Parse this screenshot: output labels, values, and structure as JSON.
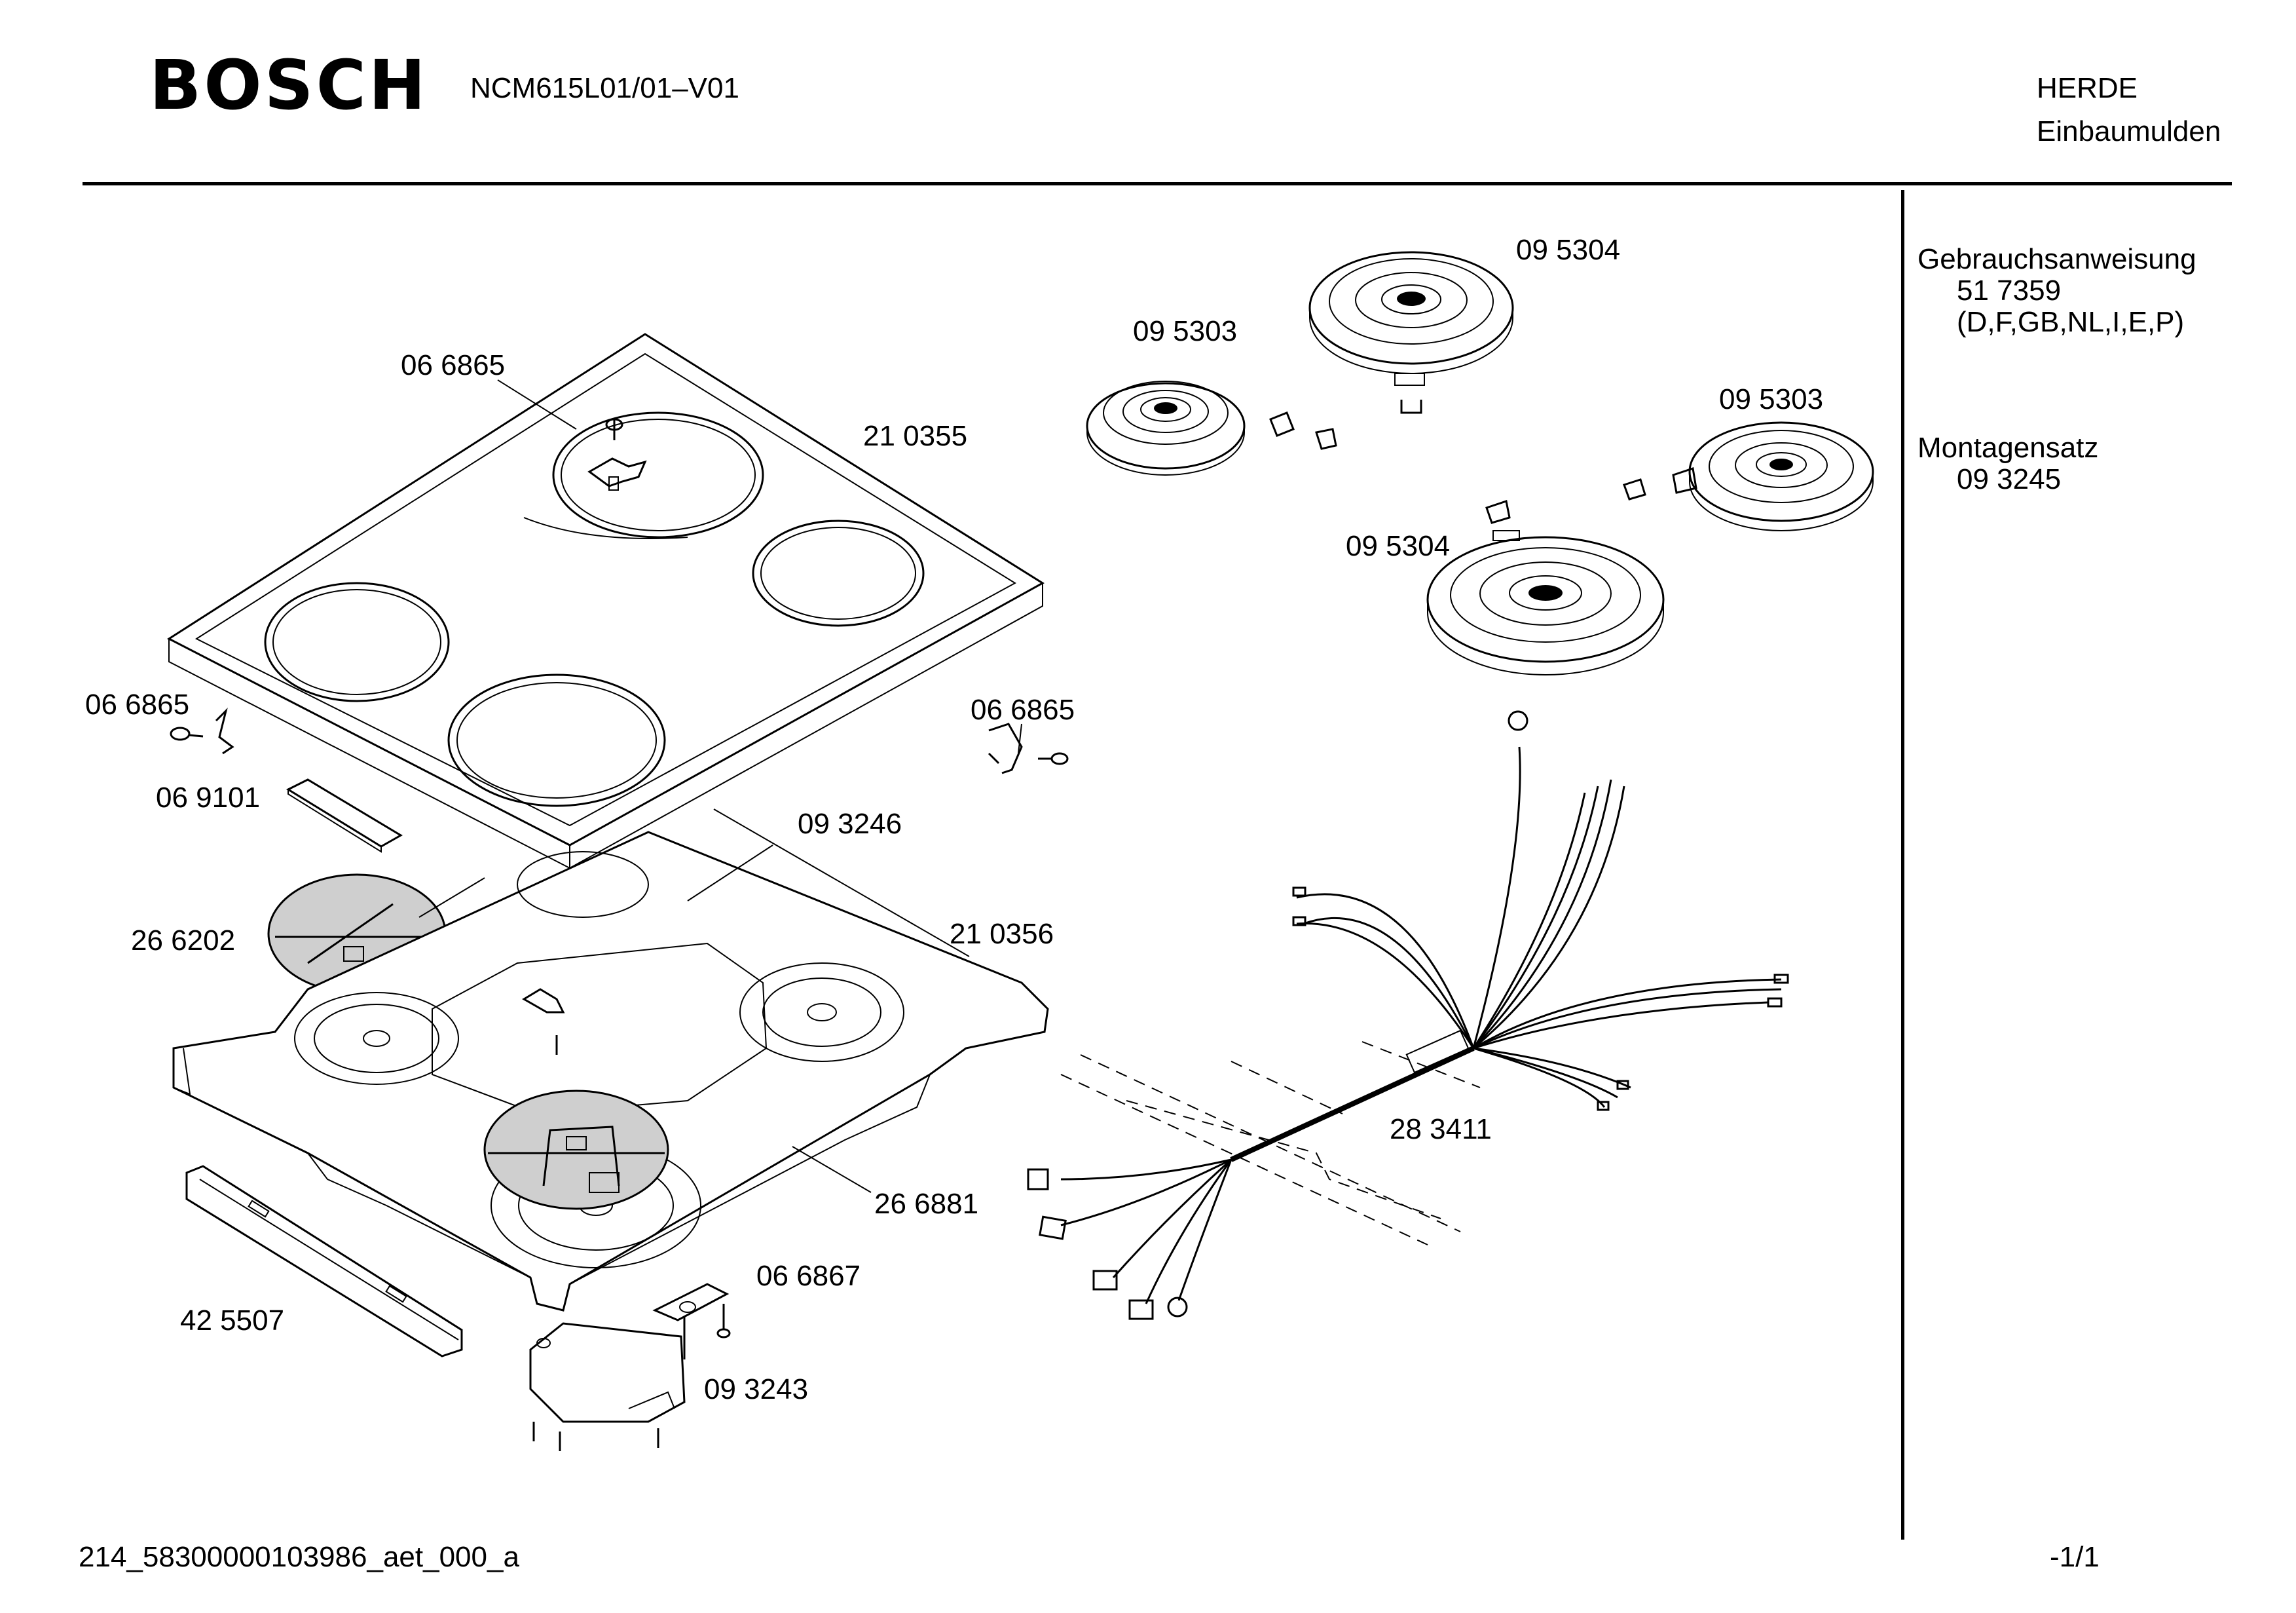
{
  "header": {
    "brand": "BOSCH",
    "model": "NCM615L01/01–V01",
    "category": "HERDE",
    "subcategory": "Einbaumulden"
  },
  "sidebar": {
    "manual_label": "Gebrauchsanweisung",
    "manual_number": "51 7359",
    "manual_languages": "(D,F,GB,NL,I,E,P)",
    "kit_label": "Montagensatz",
    "kit_number": "09 3245"
  },
  "parts": [
    {
      "id": "p1",
      "number": "06 6865"
    },
    {
      "id": "p2",
      "number": "21 0355"
    },
    {
      "id": "p3",
      "number": "06 6865"
    },
    {
      "id": "p4",
      "number": "06 9101"
    },
    {
      "id": "p5",
      "number": "06 6865"
    },
    {
      "id": "p6",
      "number": "09 3246"
    },
    {
      "id": "p7",
      "number": "26 6202"
    },
    {
      "id": "p8",
      "number": "21 0356"
    },
    {
      "id": "p9",
      "number": "26 6881"
    },
    {
      "id": "p10",
      "number": "06 6867"
    },
    {
      "id": "p11",
      "number": "42 5507"
    },
    {
      "id": "p12",
      "number": "09 3243"
    },
    {
      "id": "p13",
      "number": "09 5303"
    },
    {
      "id": "p14",
      "number": "09 5304"
    },
    {
      "id": "p15",
      "number": "09 5303"
    },
    {
      "id": "p16",
      "number": "09 5304"
    },
    {
      "id": "p17",
      "number": "28 3411"
    }
  ],
  "footer": {
    "doc_id": "214_58300000103986_aet_000_a",
    "page": "-1/1"
  }
}
